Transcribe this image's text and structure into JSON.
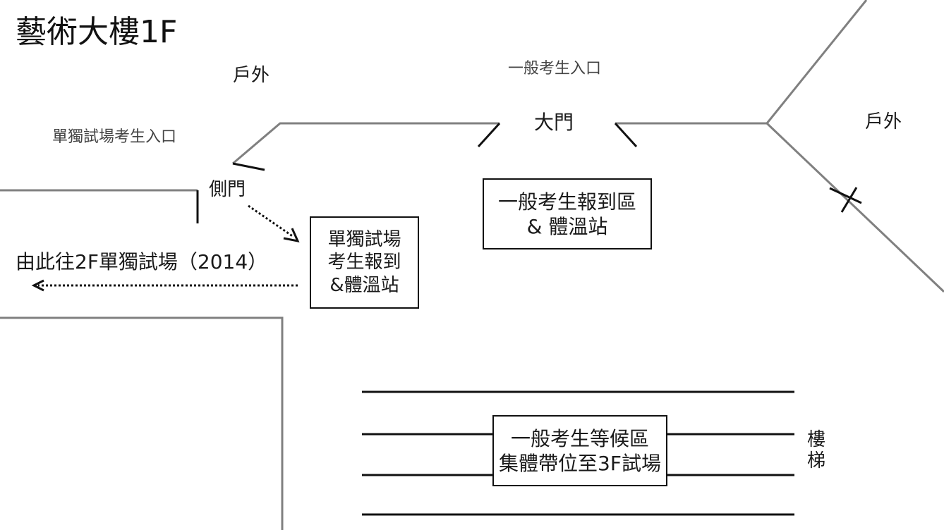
{
  "title": "藝術大樓1F",
  "labels": {
    "outdoor_left": "戶外",
    "outdoor_right": "戶外",
    "general_entrance": "一般考生入口",
    "single_entrance": "單獨試場考生入口",
    "main_door": "大門",
    "side_door": "側門",
    "to_2f": "由此往2F單獨試場（2014）"
  },
  "boxes": {
    "general_checkin": {
      "line1": "一般考生報到區",
      "line2": "& 體溫站"
    },
    "single_checkin": {
      "line1": "單獨試場",
      "line2": "考生報到",
      "line3": "&體溫站"
    },
    "waiting": {
      "line1": "一般考生等候區",
      "line2": "集體帶位至3F試場"
    }
  },
  "stairs": {
    "char1": "樓",
    "char2": "梯"
  },
  "colors": {
    "wall": "#808080",
    "ink": "#111111",
    "background": "#ffffff"
  }
}
